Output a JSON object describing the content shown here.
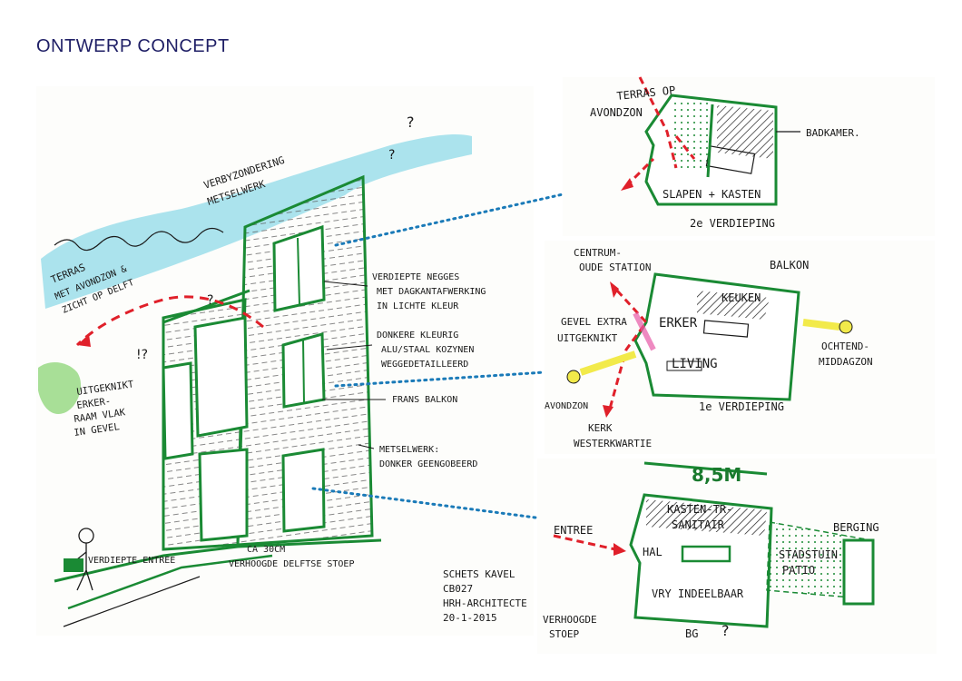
{
  "title": "ONTWERP CONCEPT",
  "colors": {
    "green": "#1a8a34",
    "blue_dot": "#1a7ab8",
    "red": "#e0202a",
    "sky": "#8fd9e8",
    "tree": "#9fdc8c",
    "yellow": "#f2ea4a",
    "ink": "#1a1a1a",
    "title": "#1f1f66"
  },
  "sketch": {
    "verbyzondering": [
      "VERBYZONDERING",
      "METSELWERK"
    ],
    "terras": [
      "TERRAS",
      "MET AVONDZON &",
      "ZICHT OP DELFT"
    ],
    "uitgeknikt": [
      "UITGEKNIKT",
      "ERKER-",
      "RAAM VLAK",
      "IN GEVEL"
    ],
    "verdiepte_negges": [
      "VERDIEPTE NEGGES",
      "MET DAGKANTAFWERKING",
      "IN LICHTE KLEUR"
    ],
    "kozijnen": [
      "DONKERE KLEURIG",
      "ALU/STAAL KOZYNEN",
      "WEGGEDETAILLEERD"
    ],
    "frans_balkon": "FRANS BALKON",
    "metselwerk": [
      "METSELWERK:",
      "DONKER GEENGOBEERD"
    ],
    "entree": "VERDIEPTE ENTREE",
    "stoep": [
      "CA 30CM",
      "VERHOOGDE DELFTSE STOEP"
    ],
    "signature": [
      "SCHETS KAVEL",
      "CB027",
      "HRH-ARCHITECTE",
      "20-1-2015"
    ],
    "question_marks": [
      "?",
      "?",
      "!?",
      "?"
    ]
  },
  "plan2": {
    "terras": [
      "TERRAS OP",
      "AVONDZON"
    ],
    "badkamer": "BADKAMER.",
    "slapen": "SLAPEN + KASTEN",
    "label": "2e VERDIEPING"
  },
  "plan1": {
    "centrum": [
      "CENTRUM-",
      "OUDE STATION"
    ],
    "balkon": "BALKON",
    "keuken": "KEUKEN",
    "erker": "ERKER",
    "living": "LIVING",
    "gevel": [
      "GEVEL EXTRA",
      "UITGEKNIKT"
    ],
    "ochtend": [
      "OCHTEND-",
      "MIDDAGZON"
    ],
    "avondzon": "AVONDZON",
    "kerk": [
      "KERK",
      "WESTERKWARTIE"
    ],
    "label": "1e VERDIEPING"
  },
  "planbg": {
    "width": "8,5M",
    "entree": "ENTREE",
    "kasten": [
      "KASTEN-TR-",
      "SANITAIR"
    ],
    "hal": "HAL",
    "vrij": "VRY INDEELBAAR",
    "stadstuin": [
      "STADSTUIN",
      "PATIO"
    ],
    "berging": "BERGING",
    "stoep": [
      "VERHOOGDE",
      "STOEP"
    ],
    "label": "BG",
    "q": "?"
  }
}
